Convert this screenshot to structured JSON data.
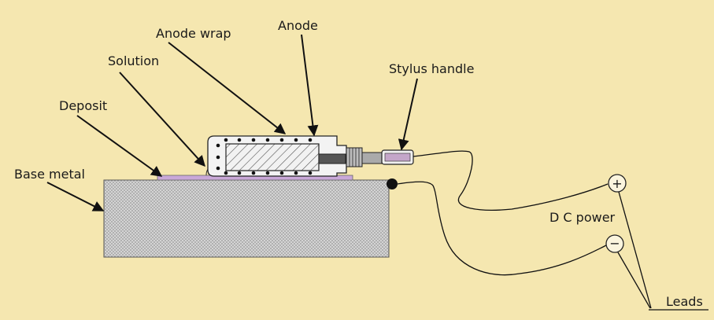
{
  "labels": {
    "anode_wrap": "Anode wrap",
    "anode": "Anode",
    "solution": "Solution",
    "deposit": "Deposit",
    "base_metal": "Base metal",
    "stylus_handle": "Stylus handle",
    "dc_power": "D C power",
    "leads": "Leads",
    "plus": "+",
    "minus": "−"
  },
  "colors": {
    "background": "#f5e7b0",
    "base_metal": "#cfcfcf",
    "deposit": "#c9a8d8",
    "anode": "#e6e6e6",
    "ink": "#111111"
  }
}
